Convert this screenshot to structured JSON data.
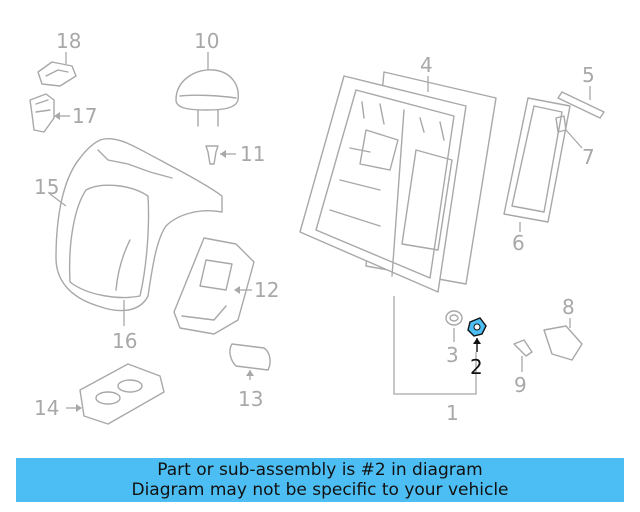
{
  "highlight_color": "#4dbef3",
  "callouts": {
    "c1": "1",
    "c2": "2",
    "c3": "3",
    "c4": "4",
    "c5": "5",
    "c6": "6",
    "c7": "7",
    "c8": "8",
    "c9": "9",
    "c10": "10",
    "c11": "11",
    "c12": "12",
    "c13": "13",
    "c14": "14",
    "c15": "15",
    "c16": "16",
    "c17": "17",
    "c18": "18"
  },
  "highlighted_part": "2",
  "banner": {
    "line1": "Part or sub-assembly is #2 in diagram",
    "line2": "Diagram may not be specific to your vehicle"
  }
}
